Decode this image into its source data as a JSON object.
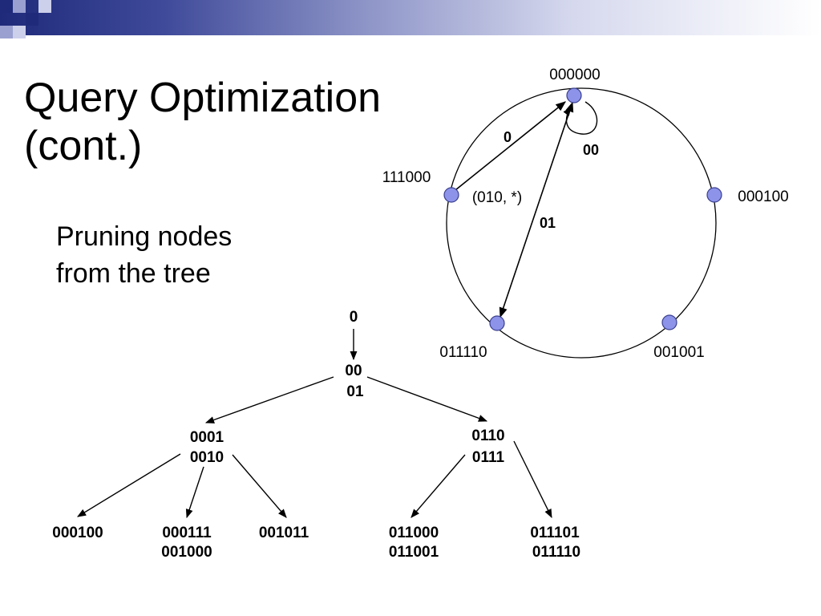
{
  "slide": {
    "title_line1": "Query Optimization",
    "title_line2": "(cont.)",
    "subtitle_line1": "Pruning nodes",
    "subtitle_line2": "from the tree"
  },
  "ring": {
    "nodes": [
      {
        "id": "000000"
      },
      {
        "id": "000100"
      },
      {
        "id": "001001"
      },
      {
        "id": "011110"
      },
      {
        "id": "111000"
      }
    ],
    "query_label": "(010, *)",
    "edge_labels": {
      "to_root": "0",
      "self_loop": "00",
      "to_011110": "01"
    }
  },
  "tree": {
    "root": "0",
    "level1": [
      "00",
      "01"
    ],
    "left": [
      "0001",
      "0010"
    ],
    "right": [
      "0110",
      "0111"
    ],
    "leaves": {
      "l1": [
        "000100"
      ],
      "l2": [
        "000111",
        "001000"
      ],
      "l3": [
        "001011"
      ],
      "l4": [
        "011000",
        "011001"
      ],
      "l5": [
        "011101",
        "011110"
      ]
    }
  },
  "colors": {
    "node_fill": "#8c93e8",
    "node_stroke": "#3a3f8f",
    "header_dark": "#1f2a7a"
  }
}
